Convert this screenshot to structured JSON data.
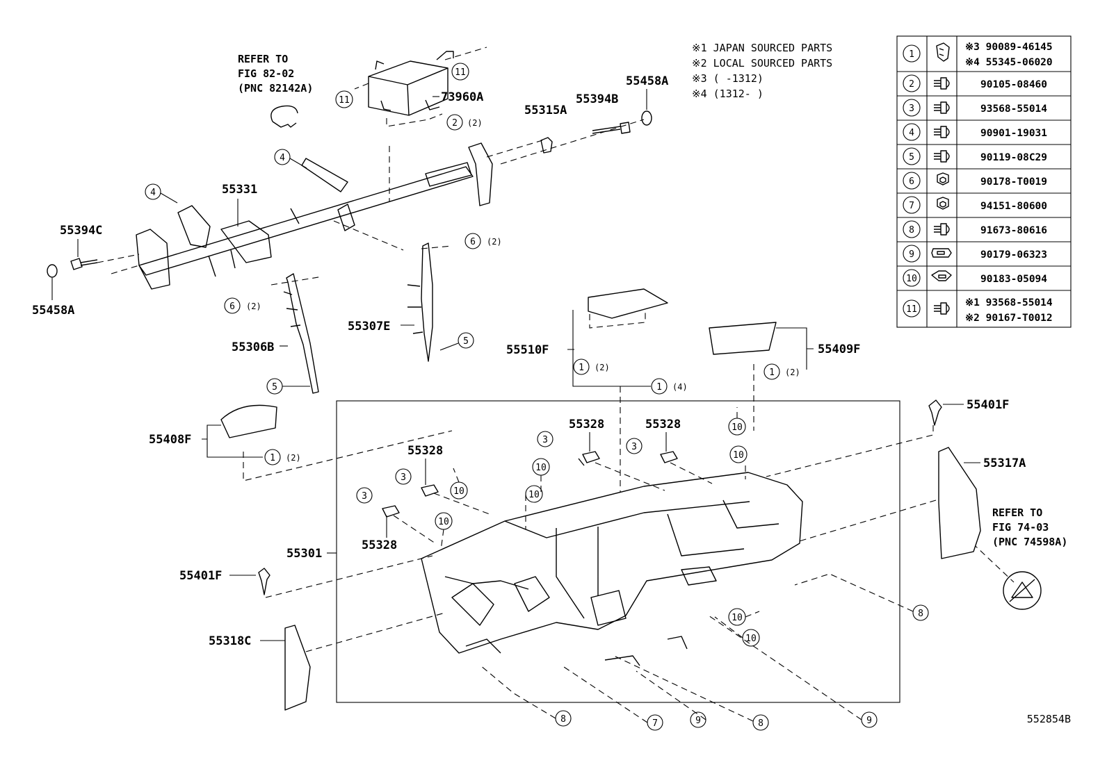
{
  "diagram": {
    "notes": [
      "※1 JAPAN SOURCED PARTS",
      "※2 LOCAL SOURCED PARTS",
      "※3 (   -1312)",
      "※4 (1312-   )"
    ],
    "refer_notes": {
      "top": [
        "REFER TO",
        "FIG 82-02",
        "(PNC 82142A)"
      ],
      "right": [
        "REFER TO",
        "FIG 74-03",
        "(PNC 74598A)"
      ]
    },
    "part_labels": {
      "p73960A": "73960A",
      "p55315A": "55315A",
      "p55394B": "55394B",
      "p55458A_top": "55458A",
      "p55331": "55331",
      "p55394C": "55394C",
      "p55458A_left": "55458A",
      "p55306B": "55306B",
      "p55307E": "55307E",
      "p55510F": "55510F",
      "p55409F": "55409F",
      "p55401F_right": "55401F",
      "p55317A": "55317A",
      "p55408F": "55408F",
      "p55328_a": "55328",
      "p55328_b": "55328",
      "p55328_c": "55328",
      "p55328_d": "55328",
      "p55301": "55301",
      "p55401F_left": "55401F",
      "p55318C": "55318C"
    },
    "qty": {
      "two": "(2)",
      "four": "(4)"
    },
    "drawing_number": "552854B"
  },
  "fastener_table": {
    "rows": [
      {
        "n": "1",
        "pn": [
          "※3 90089-46145",
          "※4 55345-06020"
        ]
      },
      {
        "n": "2",
        "pn": [
          "90105-08460"
        ]
      },
      {
        "n": "3",
        "pn": [
          "93568-55014"
        ]
      },
      {
        "n": "4",
        "pn": [
          "90901-19031"
        ]
      },
      {
        "n": "5",
        "pn": [
          "90119-08C29"
        ]
      },
      {
        "n": "6",
        "pn": [
          "90178-T0019"
        ]
      },
      {
        "n": "7",
        "pn": [
          "94151-80600"
        ]
      },
      {
        "n": "8",
        "pn": [
          "91673-80616"
        ]
      },
      {
        "n": "9",
        "pn": [
          "90179-06323"
        ]
      },
      {
        "n": "10",
        "pn": [
          "90183-05094"
        ]
      },
      {
        "n": "11",
        "pn": [
          "※1 93568-55014",
          "※2 90167-T0012"
        ]
      }
    ]
  },
  "callouts": {
    "c1": "1",
    "c2": "2",
    "c3": "3",
    "c4": "4",
    "c5": "5",
    "c6": "6",
    "c7": "7",
    "c8": "8",
    "c9": "9",
    "c10": "10",
    "c11": "11"
  }
}
